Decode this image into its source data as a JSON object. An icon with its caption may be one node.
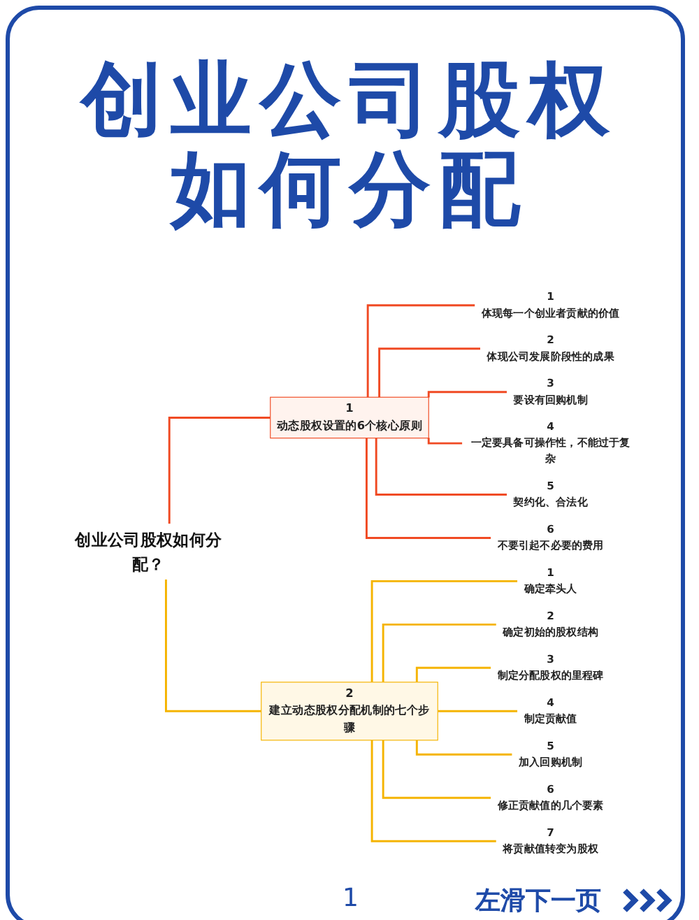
{
  "diagram": {
    "title": "创业公司股权如何分配",
    "nodes": [
      {
        "text": [
          "创业公司股权如何分配？"
        ]
      },
      {
        "text": [
          "1",
          "动态股权设置的6个核心原则"
        ]
      },
      {
        "text": [
          "1",
          "体现每一个创业者贡献的价值"
        ]
      },
      {
        "text": [
          "2",
          "体现公司发展阶段性的成果"
        ]
      },
      {
        "text": [
          "3",
          "要设有回购机制"
        ]
      },
      {
        "text": [
          "4",
          "一定要具备可操作性，不能过于复杂"
        ]
      },
      {
        "text": [
          "5",
          "契约化、合法化"
        ]
      },
      {
        "text": [
          "6",
          "不要引起不必要的费用"
        ]
      },
      {
        "text": [
          "2",
          "建立动态股权分配机制的七个步骤"
        ]
      },
      {
        "text": [
          "1",
          "确定牵头人"
        ]
      },
      {
        "text": [
          "2",
          "确定初始的股权结构"
        ]
      },
      {
        "text": [
          "3",
          "制定分配股权的里程碑"
        ]
      },
      {
        "text": [
          "4",
          "制定贡献值"
        ]
      },
      {
        "text": [
          "5",
          "加入回购机制"
        ]
      },
      {
        "text": [
          "6",
          "修正贡献值的几个要素"
        ]
      },
      {
        "text": [
          "7",
          "将贡献值转变为股权"
        ]
      }
    ],
    "edges": [
      {
        "from": 0,
        "to": 1,
        "arrow": "none",
        "color": "#f04a23"
      },
      {
        "from": 1,
        "to": 2,
        "arrow": "none",
        "color": "#f04a23"
      },
      {
        "from": 1,
        "to": 3,
        "arrow": "none",
        "color": "#f04a23"
      },
      {
        "from": 1,
        "to": 4,
        "arrow": "none",
        "color": "#f04a23"
      },
      {
        "from": 1,
        "to": 5,
        "arrow": "none",
        "color": "#f04a23"
      },
      {
        "from": 1,
        "to": 6,
        "arrow": "none",
        "color": "#f04a23"
      },
      {
        "from": 1,
        "to": 7,
        "arrow": "none",
        "color": "#f04a23"
      },
      {
        "from": 0,
        "to": 8,
        "arrow": "none",
        "color": "#f5b400"
      },
      {
        "from": 8,
        "to": 9,
        "arrow": "none",
        "color": "#f5b400"
      },
      {
        "from": 8,
        "to": 10,
        "arrow": "none",
        "color": "#f5b400"
      },
      {
        "from": 8,
        "to": 11,
        "arrow": "none",
        "color": "#f5b400"
      },
      {
        "from": 8,
        "to": 12,
        "arrow": "none",
        "color": "#f5b400"
      },
      {
        "from": 8,
        "to": 13,
        "arrow": "none",
        "color": "#f5b400"
      },
      {
        "from": 8,
        "to": 14,
        "arrow": "none",
        "color": "#f5b400"
      },
      {
        "from": 8,
        "to": 15,
        "arrow": "none",
        "color": "#f5b400"
      }
    ],
    "labels": [
      "1",
      "左滑下一页"
    ]
  }
}
